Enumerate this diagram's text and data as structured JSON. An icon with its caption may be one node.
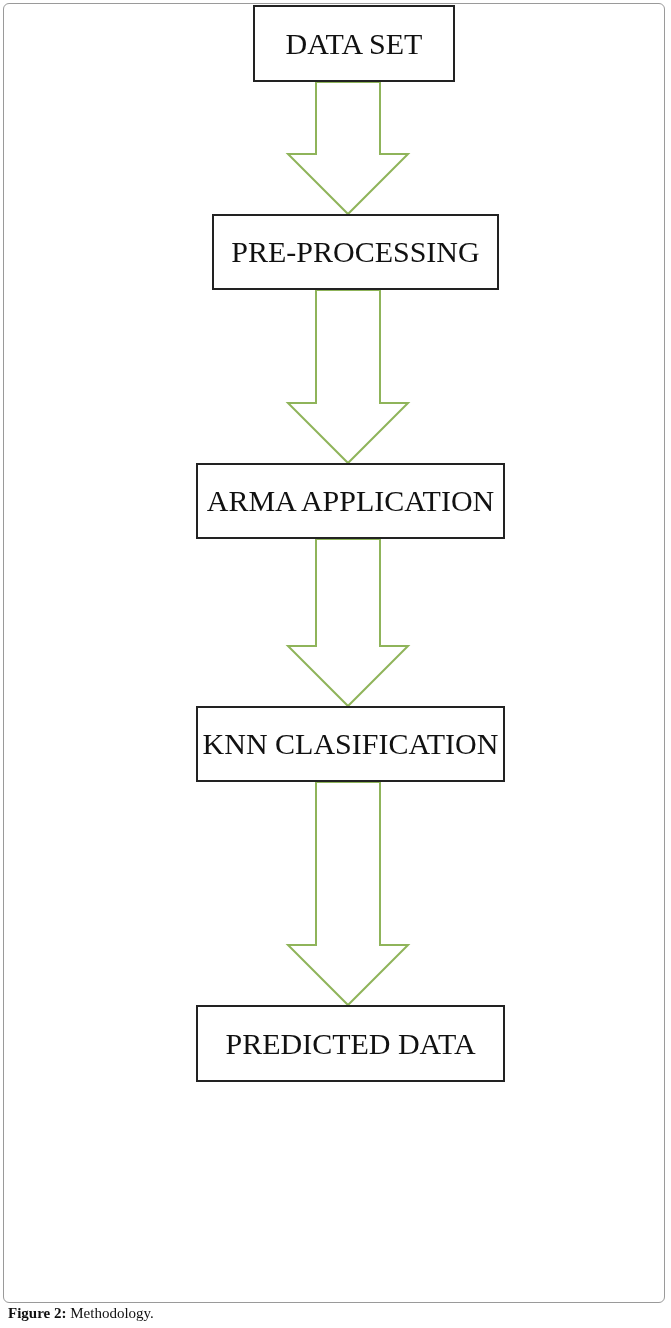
{
  "diagram": {
    "caption": "**Figure 2:** Methodology.",
    "nodes": [
      {
        "text": [
          "DATA SET"
        ]
      },
      {
        "text": [
          "PRE-PROCESSING"
        ]
      },
      {
        "text": [
          "ARMA APPLICATION"
        ]
      },
      {
        "text": [
          "KNN CLASIFICATION"
        ]
      },
      {
        "text": [
          "PREDICTED DATA"
        ]
      }
    ],
    "edges": [
      {
        "from": 0,
        "to": 1,
        "arrow": "to"
      },
      {
        "from": 1,
        "to": 2,
        "arrow": "to"
      },
      {
        "from": 2,
        "to": 3,
        "arrow": "to"
      },
      {
        "from": 3,
        "to": 4,
        "arrow": "to"
      }
    ]
  }
}
